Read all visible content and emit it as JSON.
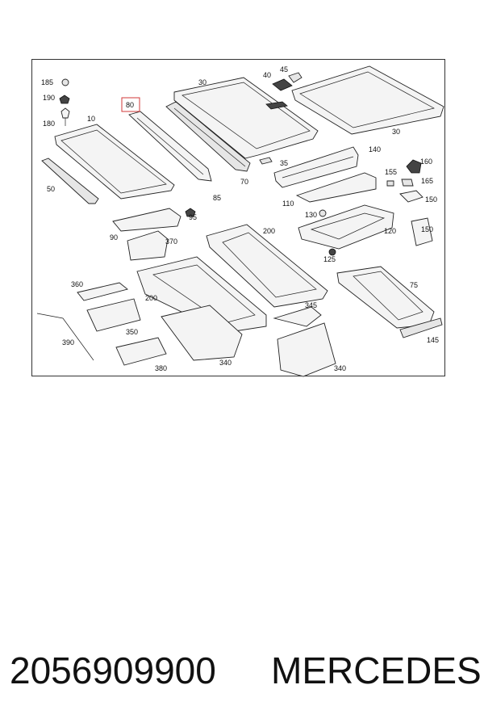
{
  "diagram": {
    "callouts": [
      "185",
      "190",
      "180",
      "10",
      "50",
      "80",
      "30",
      "40",
      "45",
      "30",
      "70",
      "85",
      "35",
      "140",
      "160",
      "155",
      "165",
      "150",
      "110",
      "95",
      "130",
      "120",
      "150",
      "90",
      "370",
      "200",
      "125",
      "75",
      "360",
      "200",
      "345",
      "350",
      "390",
      "340",
      "340",
      "380",
      "145"
    ],
    "highlighted_callout": "80",
    "highlight_color": "#d23a3a"
  },
  "footer": {
    "part_number": "2056909900",
    "brand": "MERCEDES"
  }
}
